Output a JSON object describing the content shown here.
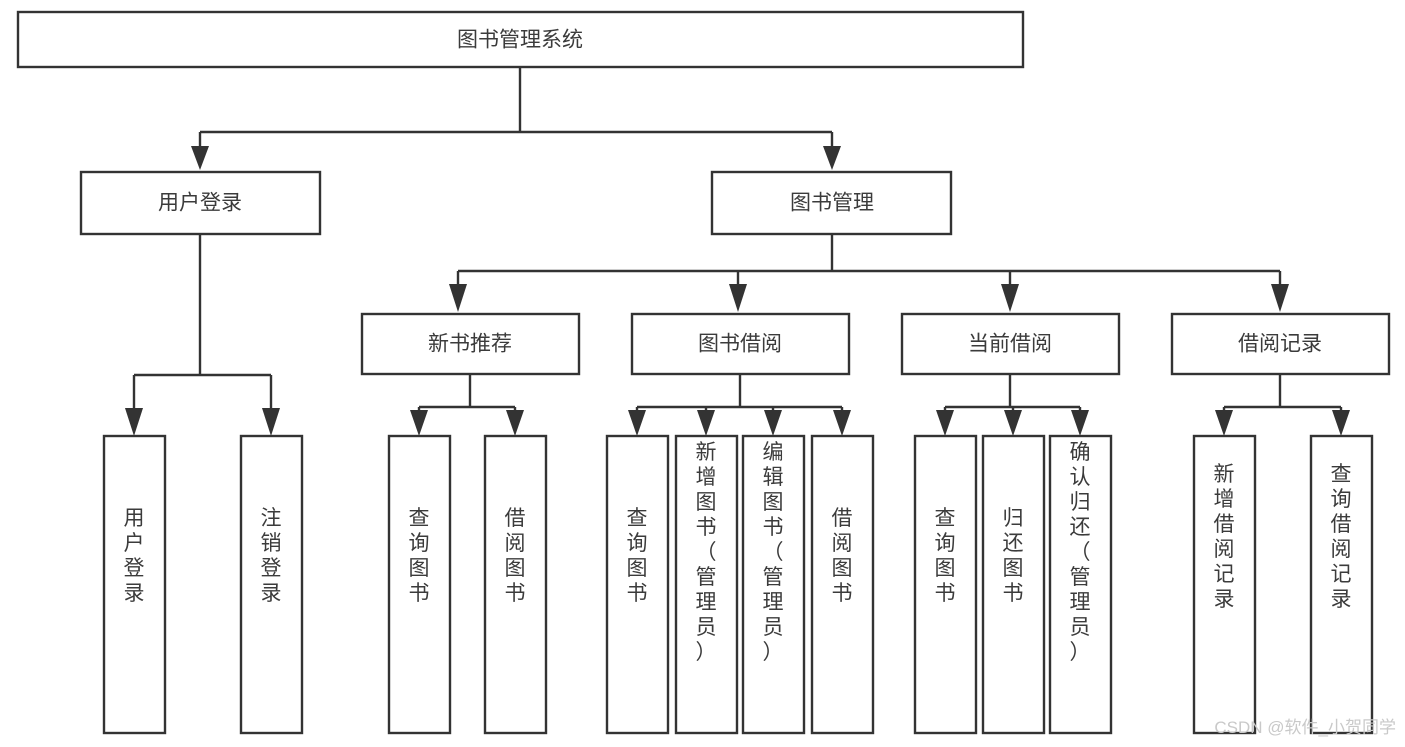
{
  "diagram": {
    "type": "tree",
    "title": "图书管理系统",
    "root": {
      "id": "root",
      "label": "图书管理系统"
    },
    "level2": [
      {
        "id": "user-login",
        "label": "用户登录"
      },
      {
        "id": "book-manage",
        "label": "图书管理"
      }
    ],
    "level3": [
      {
        "id": "new-book-recommend",
        "label": "新书推荐",
        "parent": "book-manage"
      },
      {
        "id": "book-borrow",
        "label": "图书借阅",
        "parent": "book-manage"
      },
      {
        "id": "current-borrow",
        "label": "当前借阅",
        "parent": "book-manage"
      },
      {
        "id": "borrow-record",
        "label": "借阅记录",
        "parent": "book-manage"
      }
    ],
    "leaves": [
      {
        "id": "leaf-user-login",
        "label": "用户登录",
        "parent": "user-login"
      },
      {
        "id": "leaf-logout-login",
        "label": "注销登录",
        "parent": "user-login"
      },
      {
        "id": "leaf-query-book-1",
        "label": "查询图书",
        "parent": "new-book-recommend"
      },
      {
        "id": "leaf-borrow-book-1",
        "label": "借阅图书",
        "parent": "new-book-recommend"
      },
      {
        "id": "leaf-query-book-2",
        "label": "查询图书",
        "parent": "book-borrow"
      },
      {
        "id": "leaf-add-book",
        "label": "新增图书（管理员）",
        "parent": "book-borrow"
      },
      {
        "id": "leaf-edit-book",
        "label": "编辑图书（管理员）",
        "parent": "book-borrow"
      },
      {
        "id": "leaf-borrow-book-2",
        "label": "借阅图书",
        "parent": "book-borrow"
      },
      {
        "id": "leaf-query-book-3",
        "label": "查询图书",
        "parent": "current-borrow"
      },
      {
        "id": "leaf-return-book",
        "label": "归还图书",
        "parent": "current-borrow"
      },
      {
        "id": "leaf-confirm-return",
        "label": "确认归还（管理员）",
        "parent": "current-borrow"
      },
      {
        "id": "leaf-add-record",
        "label": "新增借阅记录",
        "parent": "borrow-record"
      },
      {
        "id": "leaf-query-record",
        "label": "查询借阅记录",
        "parent": "borrow-record"
      }
    ]
  },
  "watermark": {
    "text": "CSDN @软件_小贺同学"
  },
  "colors": {
    "stroke": "#333333",
    "text": "#3b3b3b",
    "background": "#ffffff",
    "watermark": "#c9c9c9"
  }
}
